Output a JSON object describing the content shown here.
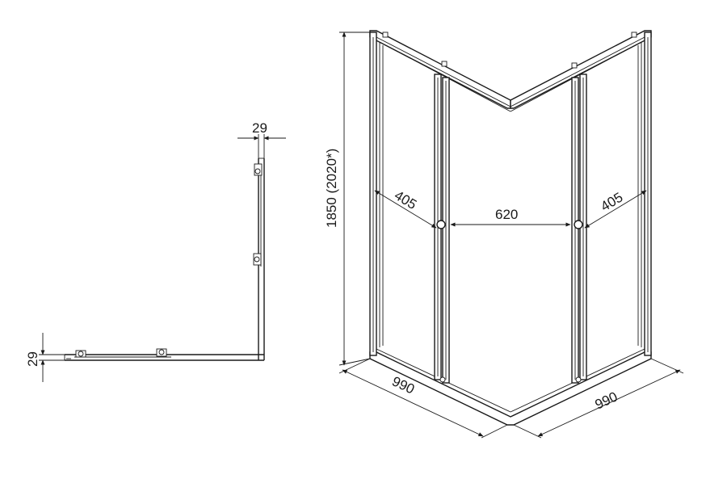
{
  "plan_view": {
    "profile_width_top": "29",
    "profile_width_left": "29"
  },
  "enclosure": {
    "height": "1850 (2020*)",
    "left_panel_opening": "405",
    "entry_width": "620",
    "right_panel_opening": "405",
    "base_left": "990",
    "base_right": "990"
  },
  "colors": {
    "line": "#1a1a1a",
    "background": "#ffffff"
  }
}
